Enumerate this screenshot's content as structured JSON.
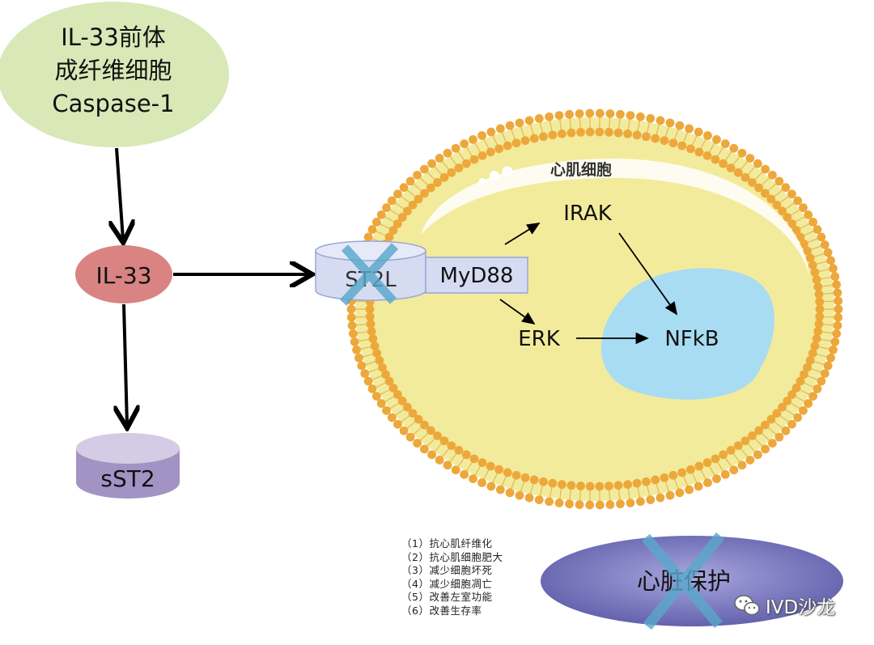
{
  "precursor": {
    "lines": [
      "IL-33前体",
      "成纤维细胞",
      "Caspase-1"
    ]
  },
  "il33": {
    "label": "IL-33"
  },
  "soluble_receptor": {
    "label": "sST2"
  },
  "membrane_receptor": {
    "label": "ST2L",
    "blocked": true
  },
  "adaptor": {
    "label": "MyD88"
  },
  "cell": {
    "label": "心肌细胞"
  },
  "signals": {
    "irak": "IRAK",
    "erk": "ERK",
    "nfkb": "NFkB"
  },
  "benefits": {
    "items": [
      "（1）抗心肌纤维化",
      "（2）抗心肌细胞肥大",
      "（3）减少细胞坏死",
      "（4）减少细胞凋亡",
      "（5）改善左室功能",
      "（6）改善生存率"
    ]
  },
  "outcome": {
    "label": "心脏保护",
    "blocked": true
  },
  "watermark": {
    "text": "IVD沙龙"
  },
  "colors": {
    "precursor": "#d9e8b7",
    "il33": "#d98383",
    "sst2_side": "#a393c4",
    "sst2_top": "#d4cce4",
    "cell_fill": "#f3eb9c",
    "membrane_head": "#eda83b",
    "nucleus": "#a8dcf2",
    "receptor": "#d5dcf2",
    "outcome": "#6b6ab4",
    "cross": "#5aa8cc"
  }
}
